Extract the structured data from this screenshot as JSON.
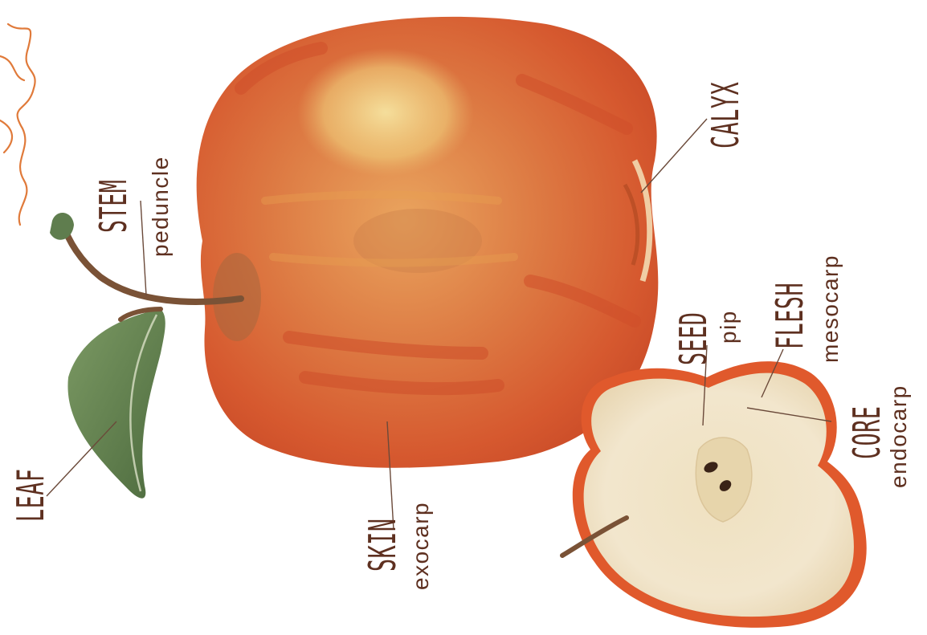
{
  "labels": {
    "leaf": "LEAF",
    "stem": "STEM",
    "peduncle": "peduncle",
    "skin": "SKIN",
    "exocarp": "exocarp",
    "calyx": "CALYX",
    "seed": "SEED",
    "pip": "pip",
    "flesh": "FLESH",
    "mesocarp": "mesocarp",
    "core": "CORE",
    "endocarp": "endocarp"
  },
  "colors": {
    "label_text": "#5e3020",
    "leader_line": "#6b4a3a",
    "apple_red": "#d9572f",
    "apple_yellow": "#f3d88a",
    "leaf_green": "#5f7d4e",
    "stem_brown": "#7a5236",
    "flesh_cream": "#f3e6c8",
    "accent_orange": "#e07a3a"
  }
}
